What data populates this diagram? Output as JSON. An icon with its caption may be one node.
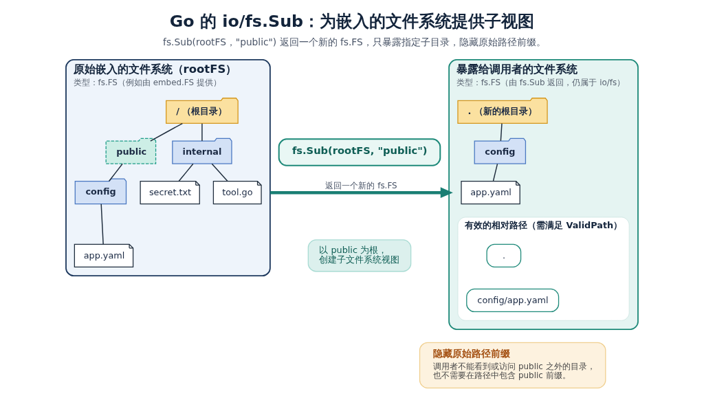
{
  "diagram": {
    "title": "Go 的 io/fs.Sub：为嵌入的文件系统提供子视图",
    "caption": "fs.Sub(rootFS，\"public\") 返回一个新的 fs.FS，只暴露指定子目录，隐藏原始路径前缀。",
    "nodes": [
      {
        "text": [
          "原始嵌入的文件系统（rootFS）",
          "类型：fs.FS（例如由 embed.FS 提供）"
        ]
      },
      {
        "text": [
          "/ （根目录）"
        ],
        "in": 0
      },
      {
        "text": [
          "public"
        ],
        "in": 0
      },
      {
        "text": [
          "config"
        ],
        "in": 0
      },
      {
        "text": [
          "app.yaml"
        ],
        "in": 0
      },
      {
        "text": [
          "internal"
        ],
        "in": 0
      },
      {
        "text": [
          "secret.txt"
        ],
        "in": 0
      },
      {
        "text": [
          "tool.go"
        ],
        "in": 0
      },
      {
        "text": [
          "fs.Sub(rootFS, \"public\")"
        ]
      },
      {
        "text": [
          "以 public 为根，创建子文件系统视图"
        ]
      },
      {
        "text": [
          "暴露给调用者的文件系统",
          "类型：fs.FS（由 fs.Sub 返回，仍属于 io/fs）"
        ]
      },
      {
        "text": [
          ". （新的根目录）"
        ],
        "in": 10
      },
      {
        "text": [
          "config"
        ],
        "in": 10
      },
      {
        "text": [
          "app.yaml"
        ],
        "in": 10
      },
      {
        "text": [
          "有效的相对路径（需满足 ValidPath）"
        ],
        "in": 10
      },
      {
        "text": [
          "."
        ],
        "in": 14
      },
      {
        "text": [
          "config/app.yaml"
        ],
        "in": 14
      },
      {
        "text": [
          "隐藏原始路径前缀",
          "调用者不能看到或访问 public 之外的目录，也不需要在路径中包含 public 前缀。"
        ]
      }
    ],
    "edges": [
      {
        "from": 1,
        "to": 2,
        "arrow": "none"
      },
      {
        "from": 2,
        "to": 3,
        "arrow": "none"
      },
      {
        "from": 3,
        "to": 4,
        "arrow": "none"
      },
      {
        "from": 1,
        "to": 5,
        "arrow": "none"
      },
      {
        "from": 5,
        "to": 6,
        "arrow": "none"
      },
      {
        "from": 5,
        "to": 7,
        "arrow": "none"
      },
      {
        "from": 0,
        "to": 10,
        "arrow": "to",
        "label": "返回一个新的 fs.FS",
        "style": "thick",
        "color": "#1a7f74"
      },
      {
        "from": 11,
        "to": 12,
        "arrow": "none"
      },
      {
        "from": 12,
        "to": 13,
        "arrow": "none"
      }
    ]
  }
}
